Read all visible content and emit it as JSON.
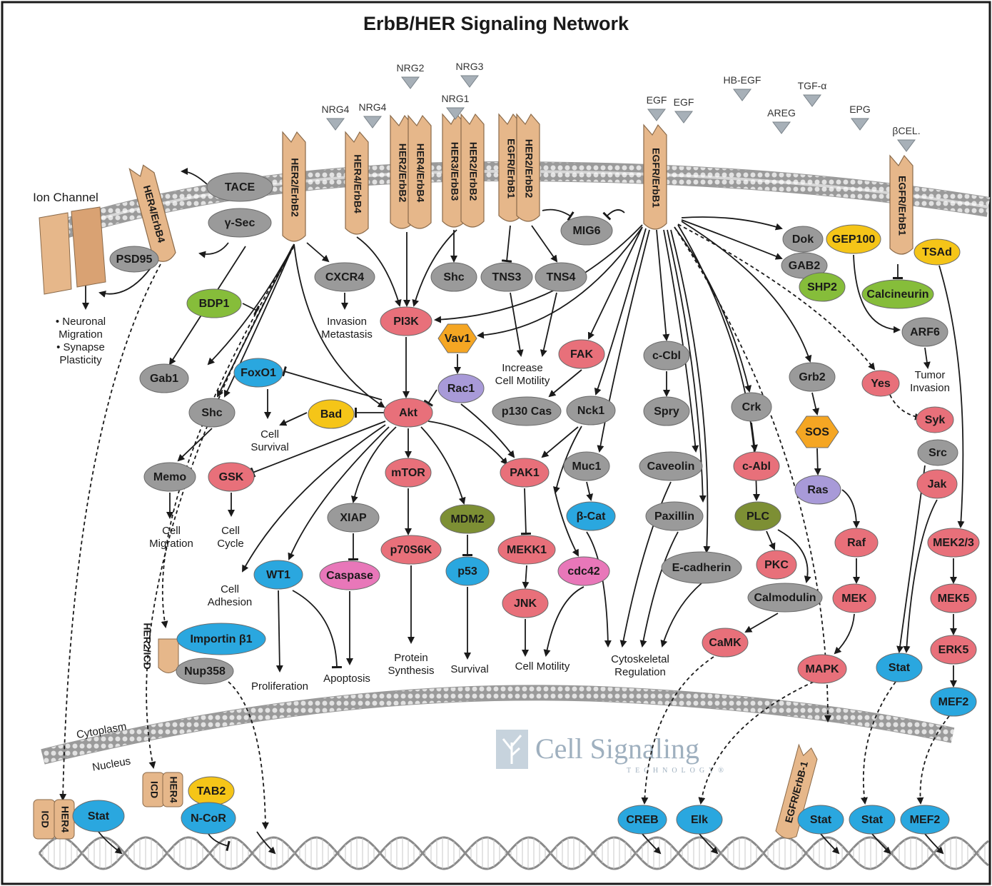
{
  "title": "ErbB/HER Signaling Network",
  "colors": {
    "gray": "#9a9a9a",
    "red": "#e8707a",
    "blue": "#2aa7df",
    "green": "#86bd3a",
    "yellow": "#f5c518",
    "purple": "#a89ad8",
    "olive": "#7d8f34",
    "pink": "#e877b9",
    "orange": "#f5a623",
    "receptor": "#e6b78a",
    "membrane": "#cfcfcf"
  },
  "ligands": [
    "NRG2",
    "NRG3",
    "NRG1",
    "NRG4",
    "NRG4",
    "EGF",
    "EGF",
    "HB-EGF",
    "TGF-α",
    "AREG",
    "EPG",
    "βCEL."
  ],
  "receptors": {
    "her4_left": "HER4/ErbB4",
    "her2_a": "HER2/ErbB2",
    "her4_pair": "HER4/ErbB4",
    "her2_b": "HER2/ErbB2",
    "her4_b": "HER4/ErbB4",
    "her3": "HER3/ErbB3",
    "her2_c": "HER2/ErbB2",
    "egfr_a": "EGFR/ErbB1",
    "her2_d": "HER2/ErbB2",
    "egfr_main": "EGFR/ErbB1",
    "egfr_right": "EGFR/ErbB1",
    "her2_icd": "HER2/ICD",
    "egfr_nuc": "EGFR/ErbB-1",
    "icd_a": "ICD",
    "her4_a": "HER4",
    "icd_b": "ICD",
    "her4_b2": "HER4"
  },
  "nodes": {
    "tace": "TACE",
    "gsec": "γ-Sec",
    "psd95": "PSD95",
    "bdp1": "BDP1",
    "cxcr4": "CXCR4",
    "pi3k": "PI3K",
    "shc1": "Shc",
    "tns3": "TNS3",
    "tns4": "TNS4",
    "mig6": "MIG6",
    "vav1": "Vav1",
    "rac1": "Rac1",
    "gab1": "Gab1",
    "foxo1": "FoxO1",
    "shc2": "Shc",
    "bad": "Bad",
    "akt": "Akt",
    "fak": "FAK",
    "p130": "p130 Cas",
    "nck1": "Nck1",
    "ccbl": "c-Cbl",
    "spry": "Spry",
    "memo": "Memo",
    "gsk": "GSK",
    "mtor": "mTOR",
    "pak1": "PAK1",
    "muc1": "Muc1",
    "caveolin": "Caveolin",
    "crk": "Crk",
    "cabl": "c-Abl",
    "xiap": "XIAP",
    "mdm2": "MDM2",
    "bcat": "β-Cat",
    "paxillin": "Paxillin",
    "caspase": "Caspase",
    "p70s6k": "p70S6K",
    "p53": "p53",
    "mekk1": "MEKK1",
    "cdc42": "cdc42",
    "wt1": "WT1",
    "jnk": "JNK",
    "ecad": "E-cadherin",
    "dok": "Dok",
    "gep100": "GEP100",
    "tsad": "TSAd",
    "gab2": "GAB2",
    "shp2": "SHP2",
    "calcineurin": "Calcineurin",
    "arf6": "ARF6",
    "grb2": "Grb2",
    "yes": "Yes",
    "syk": "Syk",
    "sos": "SOS",
    "src": "Src",
    "ras": "Ras",
    "jak": "Jak",
    "plc": "PLC",
    "raf": "Raf",
    "mek23": "MEK2/3",
    "pkc": "PKC",
    "calmodulin": "Calmodulin",
    "mek": "MEK",
    "mek5": "MEK5",
    "camk": "CaMK",
    "erk5": "ERK5",
    "mapk": "MAPK",
    "stat_c": "Stat",
    "mef2_c": "MEF2",
    "importin": "Importin β1",
    "nup358": "Nup358",
    "stat_n1": "Stat",
    "tab2": "TAB2",
    "ncor": "N-CoR",
    "creb": "CREB",
    "elk": "Elk",
    "stat_n2": "Stat",
    "stat_n3": "Stat",
    "mef2_n": "MEF2"
  },
  "labels": {
    "ion_channel": "Ion Channel",
    "neuronal_1": "• Neuronal",
    "neuronal_2": "Migration",
    "neuronal_3": "• Synapse",
    "neuronal_4": "Plasticity",
    "invasion_1": "Invasion",
    "invasion_2": "Metastasis",
    "motility_1": "Increase",
    "motility_2": "Cell Motility",
    "survival_1": "Cell",
    "survival_2": "Survival",
    "tumor_1": "Tumor",
    "tumor_2": "Invasion",
    "migration_1": "Cell",
    "migration_2": "Migration",
    "cycle_1": "Cell",
    "cycle_2": "Cycle",
    "adhesion_1": "Cell",
    "adhesion_2": "Adhesion",
    "proliferation": "Proliferation",
    "apoptosis": "Apoptosis",
    "protein_1": "Protein",
    "protein_2": "Synthesis",
    "survival": "Survival",
    "cell_motility": "Cell Motility",
    "cyto_1": "Cytoskeletal",
    "cyto_2": "Regulation",
    "cytoplasm": "Cytoplasm",
    "nucleus": "Nucleus"
  },
  "watermark": {
    "name": "Cell Signaling",
    "sub": "TECHNOLOGY®"
  }
}
